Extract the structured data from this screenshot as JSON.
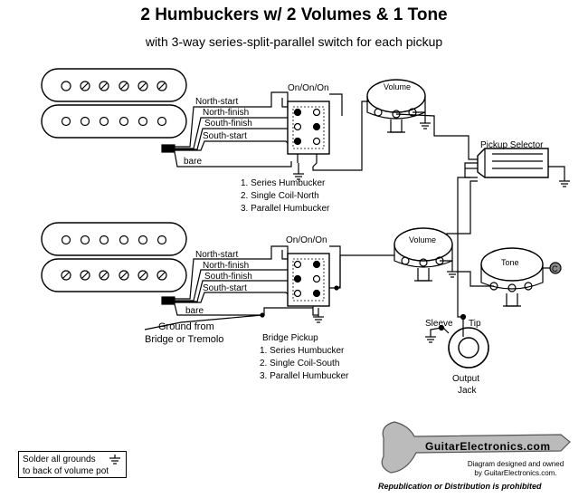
{
  "header": {
    "title": "2 Humbuckers w/ 2 Volumes & 1 Tone",
    "subtitle": "with 3-way series-split-parallel switch for each pickup"
  },
  "neck": {
    "wires": [
      "North-start",
      "North-finish",
      "South-finish",
      "South-start",
      "bare"
    ],
    "switch_label": "On/On/On",
    "switch_positions": [
      "1. Series Humbucker",
      "2. Single Coil-North",
      "3. Parallel Humbucker"
    ],
    "pot_label": "Volume"
  },
  "bridge": {
    "wires": [
      "North-start",
      "North-finish",
      "South-finish",
      "South-start",
      "bare"
    ],
    "switch_label": "On/On/On",
    "section_title": "Bridge Pickup",
    "switch_positions": [
      "1. Series Humbucker",
      "2. Single Coil-South",
      "3. Parallel Humbucker"
    ],
    "pot_label": "Volume"
  },
  "selector_label": "Pickup Selector",
  "tone_label": "Tone",
  "cap_label": "C",
  "ground_label_1": "Ground from",
  "ground_label_2": "Bridge or Tremolo",
  "jack": {
    "sleeve": "Sleeve",
    "tip": "Tip",
    "label_1": "Output",
    "label_2": "Jack"
  },
  "note": {
    "line1": "Solder all grounds",
    "line2": "to back of volume pot"
  },
  "brand": {
    "name": "GuitarElectronics.com",
    "credit1": "Diagram designed and owned",
    "credit2": "by GuitarElectronics.com.",
    "notice": "Republication or Distribution is prohibited"
  }
}
